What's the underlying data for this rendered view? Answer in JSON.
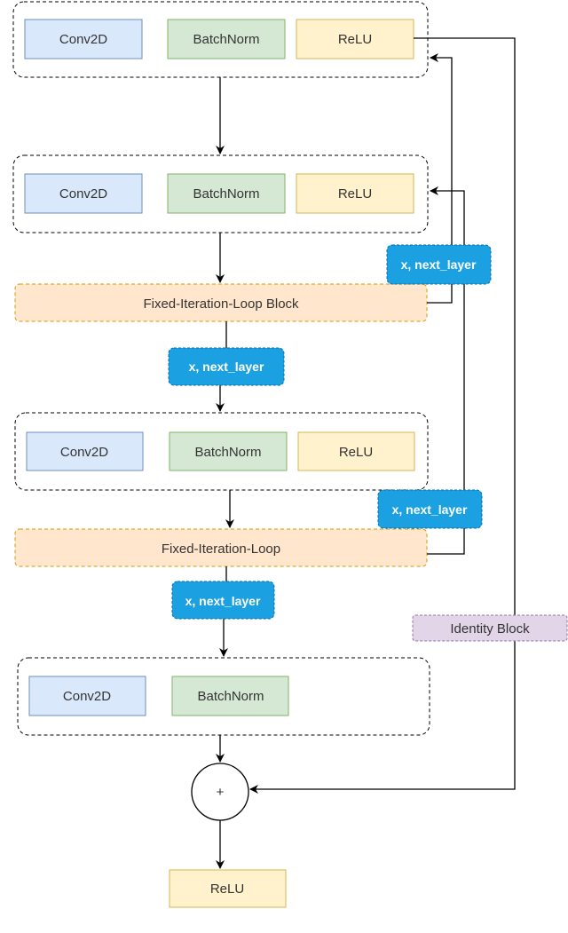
{
  "blocks": [
    {
      "layers": [
        "Conv2D",
        "BatchNorm",
        "ReLU"
      ]
    },
    {
      "layers": [
        "Conv2D",
        "BatchNorm",
        "ReLU"
      ]
    },
    {
      "layers": [
        "Conv2D",
        "BatchNorm",
        "ReLU"
      ]
    },
    {
      "layers": [
        "Conv2D",
        "BatchNorm"
      ]
    }
  ],
  "loops": [
    "Fixed-Iteration-Loop Block",
    "Fixed-Iteration-Loop"
  ],
  "edge_labels": [
    "x, next_layer",
    "x, next_layer",
    "x, next_layer",
    "x, next_layer"
  ],
  "identity_label": "Identity Block",
  "add_symbol": "+",
  "final_layer": "ReLU",
  "colors": {
    "conv": "#dae8fc",
    "batchnorm": "#d5e8d4",
    "relu": "#fff2cc",
    "loop": "#ffe6cc",
    "edge_label": "#1ba1e2",
    "identity": "#e1d5e7"
  }
}
